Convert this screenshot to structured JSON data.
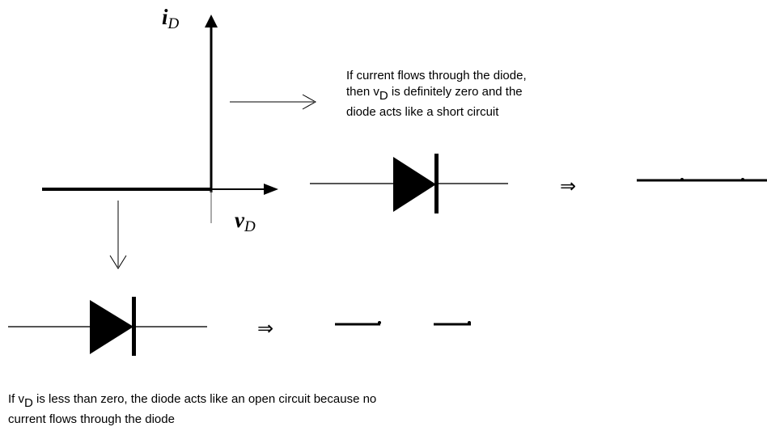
{
  "graph": {
    "y_axis_label": "i",
    "y_axis_sub": "D",
    "x_axis_label": "v",
    "x_axis_sub": "D"
  },
  "forward_note": {
    "line1": "If current flows through the diode,",
    "line2_pre": "then v",
    "line2_sub": "D",
    "line2_post": " is definitely zero and the",
    "line3": "diode acts like a short circuit"
  },
  "reverse_note": {
    "line1_pre": "If v",
    "line1_sub": "D",
    "line1_post": " is less than zero, the diode acts like an open circuit because no",
    "line2": "current flows through the diode"
  },
  "symbols": {
    "implies": "⇒"
  }
}
